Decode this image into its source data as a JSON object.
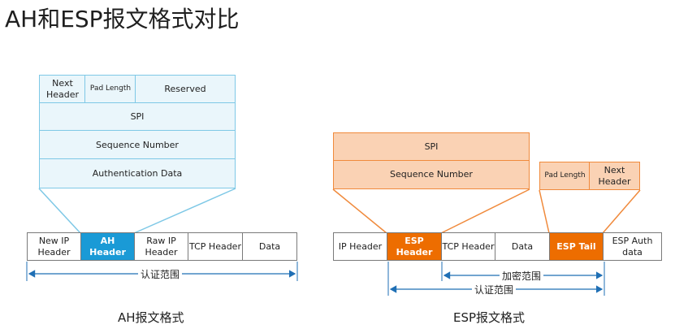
{
  "title": "AH和ESP报文格式对比",
  "ah": {
    "header_fields": {
      "next_header": "Next Header",
      "pad_length": "Pad Length",
      "reserved": "Reserved",
      "spi": "SPI",
      "sequence_number": "Sequence Number",
      "authentication_data": "Authentication Data"
    },
    "packet": [
      "New IP Header",
      "AH Header",
      "Raw IP Header",
      "TCP Header",
      "Data"
    ],
    "auth_range_label": "认证范围",
    "caption": "AH报文格式"
  },
  "esp": {
    "header_fields": {
      "spi": "SPI",
      "sequence_number": "Sequence Number"
    },
    "tail_fields": {
      "pad_length": "Pad Length",
      "next_header": "Next Header"
    },
    "packet": [
      "IP Header",
      "ESP Header",
      "TCP Header",
      "Data",
      "ESP Tail",
      "ESP Auth data"
    ],
    "encrypt_range_label": "加密范围",
    "auth_range_label": "认证范围",
    "caption": "ESP报文格式"
  },
  "colors": {
    "ah_accent": "#1a9ad6",
    "ah_light": "#eaf6fb",
    "ah_border": "#7ec8e6",
    "esp_accent": "#ed6d00",
    "esp_light": "#fad2b4",
    "esp_border": "#f08a3c",
    "range_arrow": "#1f6fb5"
  }
}
